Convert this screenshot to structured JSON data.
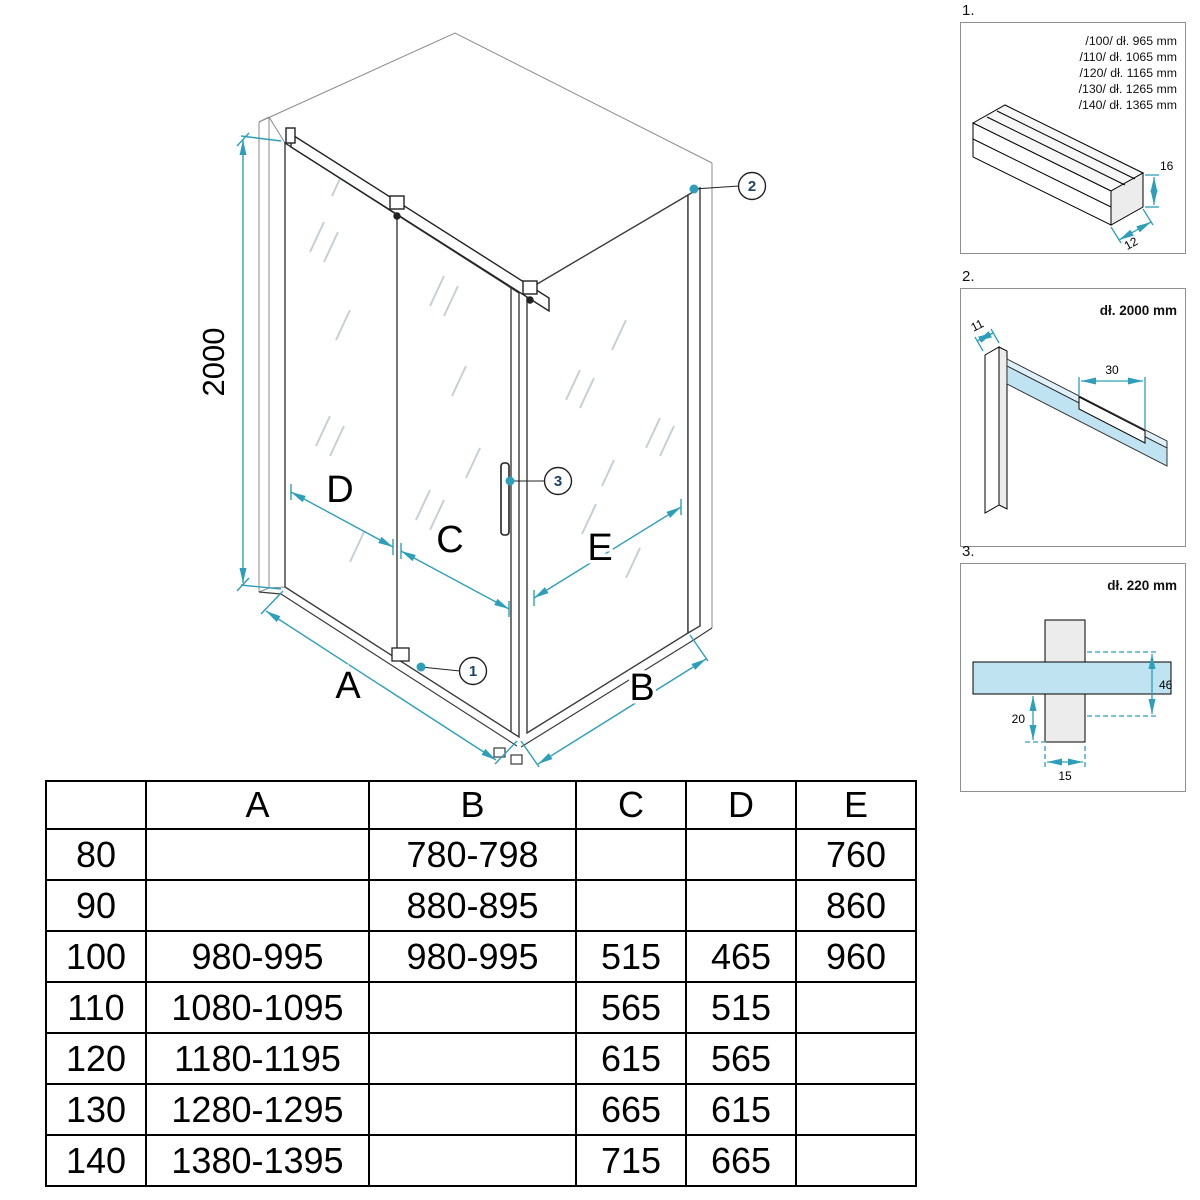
{
  "drawing": {
    "height_dim": "2000",
    "labels": {
      "a": "A",
      "b": "B",
      "c": "C",
      "d": "D",
      "e": "E"
    },
    "callouts": {
      "c1": "1",
      "c2": "2",
      "c3": "3"
    }
  },
  "details": [
    {
      "number": "1.",
      "lines": [
        "/100/ dł. 965 mm",
        "/110/ dł. 1065 mm",
        "/120/ dł. 1165 mm",
        "/130/ dł. 1265 mm",
        "/140/ dł. 1365 mm"
      ],
      "dims": {
        "d16": "16",
        "d12": "12"
      }
    },
    {
      "number": "2.",
      "length": "dł. 2000 mm",
      "dims": {
        "d11": "11",
        "d30": "30"
      }
    },
    {
      "number": "3.",
      "length": "dł. 220 mm",
      "dims": {
        "d46": "46",
        "d20": "20",
        "d15": "15"
      }
    }
  ],
  "table": {
    "headers": [
      "",
      "A",
      "B",
      "C",
      "D",
      "E"
    ],
    "rows": [
      [
        "80",
        "",
        "780-798",
        "",
        "",
        "760"
      ],
      [
        "90",
        "",
        "880-895",
        "",
        "",
        "860"
      ],
      [
        "100",
        "980-995",
        "980-995",
        "515",
        "465",
        "960"
      ],
      [
        "110",
        "1080-1095",
        "",
        "565",
        "515",
        ""
      ],
      [
        "120",
        "1180-1195",
        "",
        "615",
        "565",
        ""
      ],
      [
        "130",
        "1280-1295",
        "",
        "665",
        "615",
        ""
      ],
      [
        "140",
        "1380-1395",
        "",
        "715",
        "665",
        ""
      ]
    ]
  },
  "colors": {
    "accent": "#2D9FBA",
    "callout_text": "#1C4468",
    "glass_blue": "#BFE3F0"
  }
}
